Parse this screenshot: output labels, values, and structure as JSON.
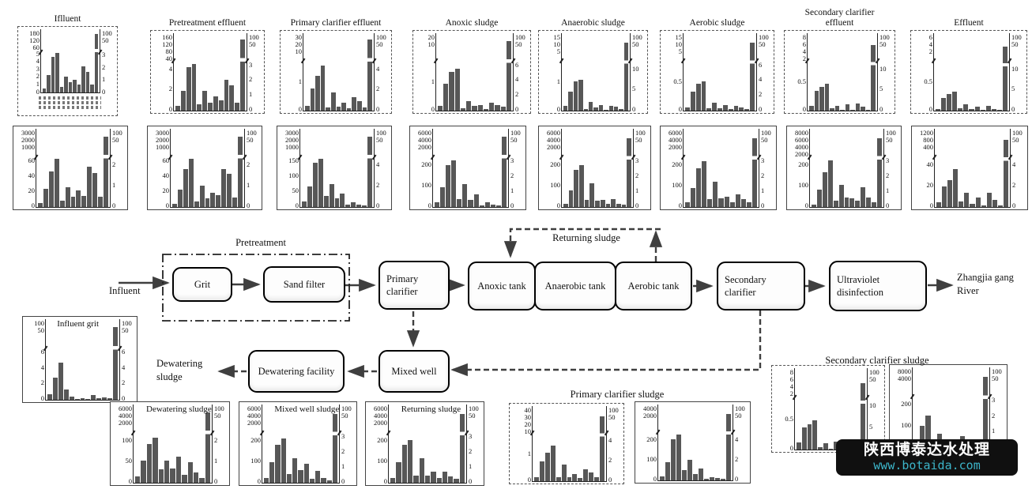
{
  "labels": {
    "influent": "Influent",
    "pretreatment": "Pretreatment",
    "returning_sludge": "Returning sludge",
    "dewatering_sludge": "Dewatering sludge",
    "zhangjia": "Zhangjia gang River",
    "primary_clarifier_sludge": "Primary clarifier sludge",
    "secondary_clarifier_sludge": "Secondary clarifier sludge"
  },
  "nodes": [
    {
      "id": "grit",
      "label": "Grit"
    },
    {
      "id": "sand-filter",
      "label": "Sand filter"
    },
    {
      "id": "primary-clarifier",
      "label": "Primary clarifier"
    },
    {
      "id": "anoxic-tank",
      "label": "Anoxic tank"
    },
    {
      "id": "anaerobic-tank",
      "label": "Anaerobic tank"
    },
    {
      "id": "aerobic-tank",
      "label": "Aerobic tank"
    },
    {
      "id": "secondary-clarifier",
      "label": "Secondary clarifier"
    },
    {
      "id": "ultraviolet-disinfection",
      "label": "Ultraviolet disinfection"
    },
    {
      "id": "dewatering-facility",
      "label": "Dewatering facility"
    },
    {
      "id": "mixed-well",
      "label": "Mixed well"
    }
  ],
  "watermark": {
    "line1": "陕西博泰达水处理",
    "line2": "www.botaida.com",
    "bg": "#101010",
    "line1_color": "#ffffff",
    "line2_color": "#3cb4c8"
  },
  "bar_color": "#575757",
  "chart_data": [
    {
      "id": "influent",
      "type": "bar",
      "title": "Iflluent",
      "title_pos": "above",
      "border": "dashed",
      "xstrip": true,
      "left_top": [
        "180",
        "120",
        "60"
      ],
      "left_bottom": [
        "5",
        "4",
        "3",
        "2",
        "1",
        "0"
      ],
      "right_top": [
        "100",
        "50"
      ],
      "right_bottom": [
        "3",
        "2",
        "1",
        "0"
      ],
      "bars_pct": [
        6,
        27,
        56,
        62,
        9,
        25,
        16,
        20,
        12,
        41,
        33,
        12,
        92
      ]
    },
    {
      "id": "pretreatment-effluent",
      "type": "bar",
      "title": "Pretreatment effluent",
      "title_pos": "above",
      "border": "dashed",
      "left_top": [
        "160",
        "120",
        "80",
        "40"
      ],
      "left_bottom": [
        "4",
        "2",
        "0"
      ],
      "right_top": [
        "100",
        "50"
      ],
      "right_bottom": [
        "3",
        "2",
        "1",
        "0"
      ],
      "bars_pct": [
        6,
        26,
        56,
        60,
        8,
        26,
        10,
        18,
        13,
        40,
        33,
        10,
        92
      ]
    },
    {
      "id": "primary-clarifier-effluent",
      "type": "bar",
      "title": "Primary clarifier effluent",
      "title_pos": "above",
      "border": "dashed",
      "left_top": [
        "30",
        "20",
        "10"
      ],
      "left_bottom": [
        "1",
        "0"
      ],
      "right_top": [
        "100",
        "50"
      ],
      "right_bottom": [
        "4",
        "2",
        "0"
      ],
      "bars_pct": [
        6,
        29,
        45,
        58,
        4,
        23,
        5,
        10,
        3,
        17,
        12,
        4,
        92
      ]
    },
    {
      "id": "anoxic-sludge",
      "type": "bar",
      "title": "Anoxic sludge",
      "title_pos": "above",
      "border": "dashed",
      "left_top": [
        "20",
        "10"
      ],
      "left_bottom": [
        "1",
        "0"
      ],
      "right_top": [
        "100",
        "50"
      ],
      "right_bottom": [
        "6",
        "4",
        "2",
        "0"
      ],
      "bars_pct": [
        6,
        35,
        50,
        54,
        3,
        12,
        6,
        7,
        2,
        10,
        7,
        5,
        90
      ]
    },
    {
      "id": "anaerobic-sludge",
      "type": "bar",
      "title": "Anaerobic sludge",
      "title_pos": "above",
      "border": "dashed",
      "left_top": [
        "15",
        "10",
        "5"
      ],
      "left_bottom": [
        "1",
        "0"
      ],
      "right_top": [
        "100",
        "50"
      ],
      "right_bottom": [
        "10",
        "5",
        "0"
      ],
      "bars_pct": [
        6,
        24,
        38,
        40,
        2,
        11,
        4,
        7,
        1,
        6,
        5,
        2,
        88
      ]
    },
    {
      "id": "aerobic-sludge",
      "type": "bar",
      "title": "Aerobic sludge",
      "title_pos": "above",
      "border": "dashed",
      "left_top": [
        "15",
        "10",
        "5"
      ],
      "left_bottom": [
        "0.5",
        "0"
      ],
      "right_top": [
        "100",
        "50"
      ],
      "right_bottom": [
        "6",
        "4",
        "2",
        "0"
      ],
      "bars_pct": [
        4,
        25,
        35,
        38,
        3,
        10,
        3,
        7,
        2,
        6,
        4,
        2,
        88
      ]
    },
    {
      "id": "secondary-clarifier-effluent",
      "type": "bar",
      "title": "Secondary clarifier effluent",
      "title_pos": "above",
      "border": "dashed",
      "left_top": [
        "8",
        "6",
        "4",
        "2"
      ],
      "left_bottom": [
        "0.5",
        "0"
      ],
      "right_top": [
        "100",
        "50"
      ],
      "right_bottom": [
        "10",
        "5",
        "0"
      ],
      "bars_pct": [
        6,
        26,
        31,
        35,
        3,
        6,
        1,
        8,
        1,
        9,
        5,
        1,
        85
      ]
    },
    {
      "id": "effluent",
      "type": "bar",
      "title": "Effluent",
      "title_pos": "above",
      "border": "dashed",
      "left_top": [
        "6",
        "4",
        "2"
      ],
      "left_bottom": [
        "0.5",
        "0"
      ],
      "right_top": [
        "100",
        "50"
      ],
      "right_bottom": [
        "10",
        "5",
        "0"
      ],
      "bars_pct": [
        2,
        16,
        21,
        24,
        3,
        8,
        2,
        5,
        1,
        6,
        2,
        1,
        83
      ]
    },
    {
      "id": "influent-b",
      "type": "bar",
      "title": "",
      "title_pos": "none",
      "border": "solid",
      "left_top": [
        "3000",
        "2000",
        "1000"
      ],
      "left_bottom": [
        "60",
        "40",
        "20",
        "0"
      ],
      "right_top": [
        "100",
        "50"
      ],
      "right_bottom": [
        "2",
        "1",
        "0"
      ],
      "bars_pct": [
        5,
        23,
        45,
        62,
        8,
        25,
        13,
        21,
        14,
        52,
        43,
        13,
        90
      ]
    },
    {
      "id": "pretreatment-effluent-b",
      "type": "bar",
      "title": "",
      "title_pos": "none",
      "border": "solid",
      "left_top": [
        "3000",
        "2000",
        "1000"
      ],
      "left_bottom": [
        "60",
        "40",
        "20",
        "0"
      ],
      "right_top": [
        "100",
        "50"
      ],
      "right_bottom": [
        "2",
        "1",
        "0"
      ],
      "bars_pct": [
        4,
        22,
        49,
        62,
        7,
        27,
        11,
        18,
        15,
        49,
        42,
        12,
        90
      ]
    },
    {
      "id": "primary-clarifier-effluent-b",
      "type": "bar",
      "title": "",
      "title_pos": "none",
      "border": "solid",
      "left_top": [
        "3000",
        "2000",
        "1000"
      ],
      "left_bottom": [
        "150",
        "100",
        "50",
        "0"
      ],
      "right_top": [
        "100",
        "50"
      ],
      "right_bottom": [
        "4",
        "2",
        "0"
      ],
      "bars_pct": [
        7,
        26,
        57,
        62,
        14,
        29,
        11,
        17,
        3,
        6,
        3,
        2,
        90
      ]
    },
    {
      "id": "anoxic-sludge-b",
      "type": "bar",
      "title": "",
      "title_pos": "none",
      "border": "solid",
      "left_top": [
        "6000",
        "4000",
        "2000"
      ],
      "left_bottom": [
        "200",
        "100",
        "0"
      ],
      "right_top": [
        "100",
        "50"
      ],
      "right_bottom": [
        "3",
        "2",
        "1",
        "0"
      ],
      "bars_pct": [
        6,
        25,
        54,
        60,
        10,
        29,
        9,
        16,
        2,
        6,
        3,
        2,
        90
      ]
    },
    {
      "id": "anaerobic-sludge-b",
      "type": "bar",
      "title": "",
      "title_pos": "none",
      "border": "solid",
      "left_top": [
        "6000",
        "4000",
        "2000"
      ],
      "left_bottom": [
        "200",
        "100",
        "0"
      ],
      "right_top": [
        "100",
        "50"
      ],
      "right_bottom": [
        "3",
        "2",
        "1",
        "0"
      ],
      "bars_pct": [
        4,
        21,
        47,
        54,
        9,
        30,
        8,
        9,
        4,
        10,
        4,
        3,
        88
      ]
    },
    {
      "id": "aerobic-sludge-b",
      "type": "bar",
      "title": "",
      "title_pos": "none",
      "border": "solid",
      "left_top": [
        "6000",
        "4000",
        "2000"
      ],
      "left_bottom": [
        "200",
        "100",
        "0"
      ],
      "right_top": [
        "100",
        "50"
      ],
      "right_bottom": [
        "3",
        "2",
        "1",
        "0"
      ],
      "bars_pct": [
        6,
        24,
        50,
        59,
        10,
        32,
        11,
        13,
        6,
        16,
        10,
        6,
        88
      ]
    },
    {
      "id": "secondary-clarifier-effluent-b",
      "type": "bar",
      "title": "",
      "title_pos": "none",
      "border": "solid",
      "left_top": [
        "8000",
        "6000",
        "4000",
        "2000"
      ],
      "left_bottom": [
        "200",
        "100",
        "0"
      ],
      "right_top": [
        "100",
        "50"
      ],
      "right_bottom": [
        "3",
        "2",
        "1",
        "0"
      ],
      "bars_pct": [
        3,
        22,
        44,
        60,
        8,
        28,
        12,
        11,
        8,
        25,
        12,
        6,
        88
      ]
    },
    {
      "id": "effluent-b",
      "type": "bar",
      "title": "",
      "title_pos": "none",
      "border": "solid",
      "left_top": [
        "1200",
        "800",
        "400"
      ],
      "left_bottom": [
        "40",
        "20",
        "0"
      ],
      "right_top": [
        "100",
        "50"
      ],
      "right_bottom": [
        "4",
        "2",
        "0"
      ],
      "bars_pct": [
        6,
        26,
        34,
        48,
        7,
        18,
        4,
        12,
        2,
        18,
        9,
        2,
        86
      ]
    },
    {
      "id": "influent-grit",
      "type": "bar",
      "title": "Influent grit",
      "title_pos": "inside",
      "border": "solid",
      "left_top": [
        "100",
        "50"
      ],
      "left_bottom": [
        "6",
        "4",
        "2",
        "0"
      ],
      "right_top": [
        "100",
        "50"
      ],
      "right_bottom": [
        "6",
        "4",
        "2",
        "0"
      ],
      "bars_pct": [
        7,
        27,
        46,
        13,
        4,
        1,
        2,
        1,
        6,
        2,
        3,
        2,
        90
      ]
    },
    {
      "id": "dewatering-sludge-chart",
      "type": "bar",
      "title": "Dewatering sludge",
      "title_pos": "inside",
      "border": "solid",
      "left_top": [
        "6000",
        "4000",
        "2000"
      ],
      "left_bottom": [
        "100",
        "50",
        "0"
      ],
      "right_top": [
        "100",
        "50"
      ],
      "right_bottom": [
        "2",
        "1",
        "0"
      ],
      "bars_pct": [
        8,
        28,
        50,
        58,
        17,
        28,
        18,
        33,
        10,
        26,
        13,
        6,
        90
      ]
    },
    {
      "id": "mixed-well-sludge-chart",
      "type": "bar",
      "title": "Mixed well sludge",
      "title_pos": "inside",
      "border": "solid",
      "left_top": [
        "6000",
        "4000",
        "2000"
      ],
      "left_bottom": [
        "200",
        "100",
        "0"
      ],
      "right_top": [
        "100",
        "50"
      ],
      "right_bottom": [
        "3",
        "2",
        "1",
        "0"
      ],
      "bars_pct": [
        6,
        26,
        49,
        57,
        11,
        31,
        16,
        24,
        5,
        15,
        6,
        3,
        88
      ]
    },
    {
      "id": "returning-sludge-chart",
      "type": "bar",
      "title": "Returning sludge",
      "title_pos": "inside",
      "border": "solid",
      "left_top": [
        "6000",
        "4000",
        "2000"
      ],
      "left_bottom": [
        "200",
        "100",
        "0"
      ],
      "right_top": [
        "100",
        "50"
      ],
      "right_bottom": [
        "3",
        "2",
        "1",
        "0"
      ],
      "bars_pct": [
        6,
        26,
        48,
        55,
        9,
        31,
        9,
        14,
        6,
        14,
        8,
        5,
        88
      ]
    },
    {
      "id": "primary-clarifier-sludge-a",
      "type": "bar",
      "title": "",
      "title_pos": "none",
      "border": "dashed",
      "left_top": [
        "40",
        "30",
        "20",
        "10"
      ],
      "left_bottom": [
        "1",
        "0"
      ],
      "right_top": [
        "100",
        "50"
      ],
      "right_bottom": [
        "4",
        "2",
        "0"
      ],
      "bars_pct": [
        5,
        26,
        38,
        47,
        5,
        22,
        5,
        9,
        4,
        16,
        12,
        5,
        86
      ]
    },
    {
      "id": "primary-clarifier-sludge-b",
      "type": "bar",
      "title": "",
      "title_pos": "none",
      "border": "solid",
      "left_top": [
        "4000",
        "2000"
      ],
      "left_bottom": [
        "200",
        "100",
        "0"
      ],
      "right_top": [
        "100",
        "50"
      ],
      "right_bottom": [
        "4",
        "2",
        "0"
      ],
      "bars_pct": [
        5,
        24,
        54,
        60,
        14,
        27,
        8,
        16,
        2,
        4,
        3,
        2,
        88
      ]
    },
    {
      "id": "secondary-clarifier-sludge-a",
      "type": "bar",
      "title": "",
      "title_pos": "none",
      "border": "dashed",
      "left_top": [
        "8",
        "6",
        "4",
        "2"
      ],
      "left_bottom": [
        "0.5",
        "0"
      ],
      "right_top": [
        "100",
        "50"
      ],
      "right_bottom": [
        "10",
        "5",
        "0"
      ],
      "bars_pct": [
        9,
        27,
        31,
        36,
        3,
        8,
        1,
        10,
        3,
        11,
        7,
        1,
        82
      ]
    },
    {
      "id": "secondary-clarifier-sludge-b",
      "type": "bar",
      "title": "",
      "title_pos": "none",
      "border": "solid",
      "left_top": [
        "8000",
        "4000"
      ],
      "left_bottom": [
        "200",
        "100",
        "0"
      ],
      "right_top": [
        "100",
        "50"
      ],
      "right_bottom": [
        "3",
        "2",
        "1",
        "0"
      ],
      "bars_pct": [
        10,
        27,
        40,
        6,
        18,
        8,
        7,
        6,
        15,
        8,
        4,
        3,
        88
      ]
    }
  ]
}
